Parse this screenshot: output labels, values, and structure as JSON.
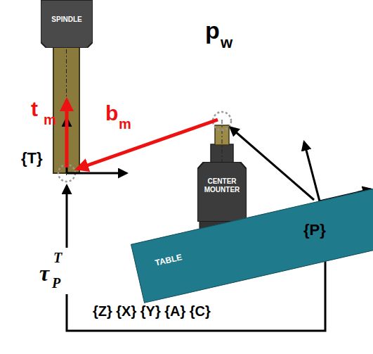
{
  "diagram": {
    "nodes": [
      {
        "text": [
          "SPINDLE"
        ]
      },
      {
        "text": [
          "CENTER MOUNTER"
        ]
      },
      {
        "text": [
          "TABLE"
        ]
      }
    ],
    "labels": [
      "t",
      "m",
      "b",
      "m",
      "p",
      "w",
      "{T}",
      "τ",
      "P",
      "T",
      "{P}",
      "{Z} {X} {Y} {A} {C}"
    ]
  }
}
